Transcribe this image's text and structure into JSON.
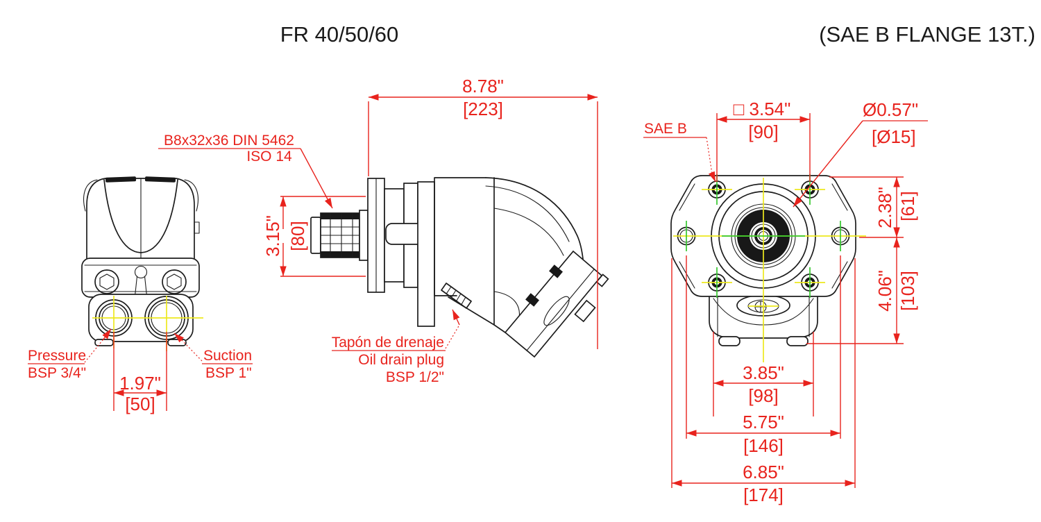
{
  "titles": {
    "left": "FR 40/50/60",
    "right": "(SAE B FLANGE 13T.)"
  },
  "colors": {
    "dimension_red": "#e8231d",
    "centerline_yellow": "#ede81e",
    "centerline_green": "#35c72f",
    "drawing_black": "#1c1c1c",
    "background": "#ffffff"
  },
  "front_view": {
    "pressure_port": {
      "label": "Pressure",
      "size": "BSP 3/4\""
    },
    "suction_port": {
      "label": "Suction",
      "size": "BSP 1\""
    },
    "port_spacing": {
      "in": "1.97\"",
      "mm": "[50]"
    }
  },
  "side_view": {
    "overall_length": {
      "in": "8.78\"",
      "mm": "[223]"
    },
    "shaft_height": {
      "in": "3.15\"",
      "mm": "[80]"
    },
    "spline_spec": {
      "line1": "B8x32x36 DIN 5462",
      "line2": "ISO 14"
    },
    "drain_plug": {
      "line1": "Tapón de drenaje",
      "line2": "Oil drain plug",
      "line3": "BSP 1/2\""
    }
  },
  "flange_view": {
    "standard": "SAE B",
    "bolt_square": {
      "in": "□ 3.54\"",
      "mm": "[90]"
    },
    "bolt_hole_diameter": {
      "in": "Ø0.57\"",
      "mm": "[Ø15]"
    },
    "center_to_top": {
      "in": "2.38\"",
      "mm": "[61]"
    },
    "center_to_bottom": {
      "in": "4.06\"",
      "mm": "[103]"
    },
    "lower_width": {
      "in": "3.85\"",
      "mm": "[98]"
    },
    "side_hole_span": {
      "in": "5.75\"",
      "mm": "[146]"
    },
    "overall_width": {
      "in": "6.85\"",
      "mm": "[174]"
    }
  }
}
